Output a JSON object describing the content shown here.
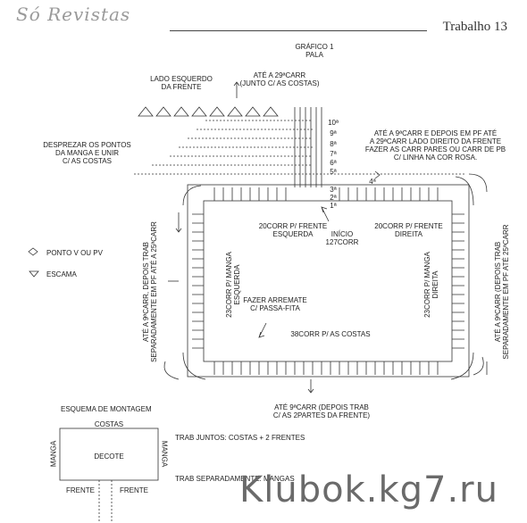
{
  "header": {
    "logo": "Só Revistas",
    "title": "Trabalho 13"
  },
  "diagram": {
    "chart_title": "GRÁFICO 1\nPALA",
    "left_front": "LADO ESQUERDO\nDA FRENTE",
    "top_note": "ATÉ A 29ªCARR\n(JUNTO C/ AS COSTAS)",
    "drop_sleeve": "DESPREZAR OS PONTOS\nDA MANGA E UNIR\nC/ AS COSTAS",
    "right_note": "ATÉ A 9ªCARR E DEPOIS EM PF ATÉ\nA 29ªCARR LADO DIREITO DA FRENTE\nFAZER AS CARR PARES OU CARR DE PB\nC/ LINHA NA COR ROSA.",
    "row_numbers": [
      "10ª",
      "9ª",
      "8ª",
      "7ª",
      "6ª",
      "5ª",
      "4ª",
      "3ª",
      "2ª",
      "1ª"
    ],
    "left_front_count": "20CORR P/ FRENTE\nESQUERDA",
    "start": "INÍCIO\n127CORR",
    "right_front_count": "20CORR P/ FRENTE\nDIREITA",
    "left_sleeve": "23CORR P/ MANGA\nESQUERDA",
    "right_sleeve": "23CORR P/ MANGA\nDIREITA",
    "left_side_note": "ATÉ A 9ªCARR, DEPOIS TRAB\nSEPARADAMENTE EM PF ATÉ A 25ªCARR",
    "right_side_note": "ATÉ A 9ªCARR (DEPOIS TRAB\nSEPARADAMENTE EM PF ATÉ 25ªCARR",
    "finish": "FAZER ARREMATE\nC/ PASSA-FITA",
    "back_count": "38CORR P/ AS COSTAS",
    "bottom_note": "ATÉ 9ªCARR (DEPOIS TRAB\nC/ AS 2PARTES DA FRENTE)"
  },
  "legend": {
    "v_stitch": "PONTO V OU PV",
    "shell": "ESCAMA"
  },
  "assembly": {
    "title": "ESQUEMA DE MONTAGEM",
    "back": "COSTAS",
    "sleeve_left": "MANGA",
    "sleeve_right": "MANGA",
    "neck": "DECOTE",
    "front_left": "FRENTE",
    "front_right": "FRENTE",
    "joined": "TRAB JUNTOS: COSTAS + 2 FRENTES",
    "separate": "TRAB SEPARADAMENTE: MANGAS"
  },
  "watermark": "Klubok.kg7.ru"
}
